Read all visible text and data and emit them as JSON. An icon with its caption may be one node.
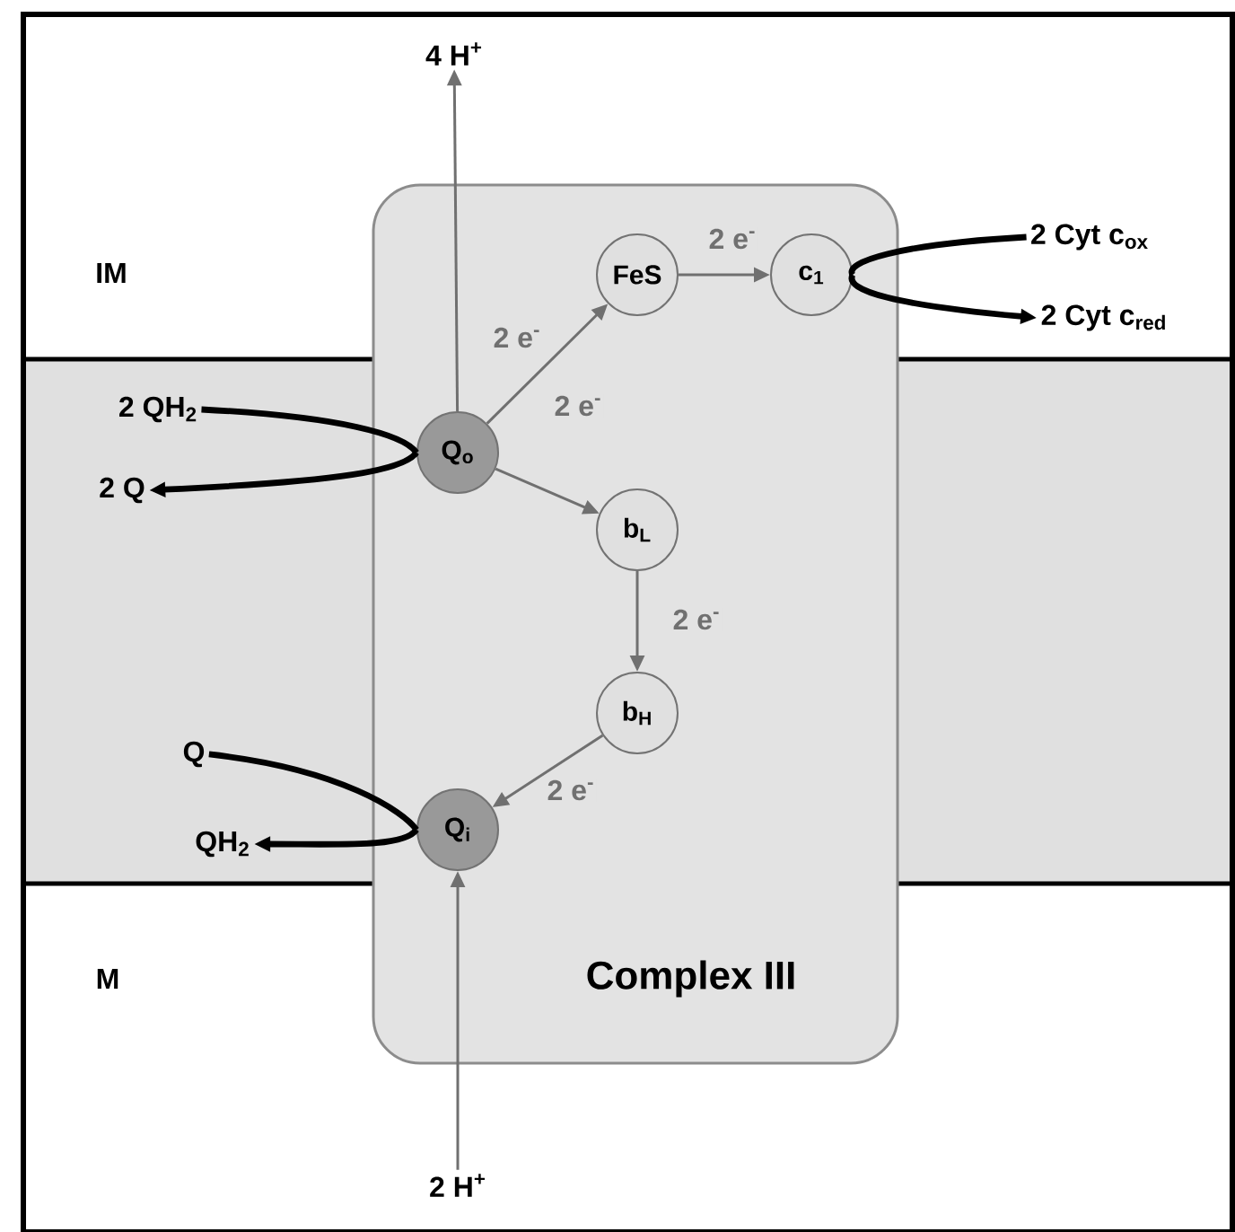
{
  "diagram": {
    "nodes": [
      {
        "text": [
          "Complex III"
        ]
      },
      {
        "text": [
          "Q$_{o}$"
        ],
        "in": 0
      },
      {
        "text": [
          "FeS"
        ],
        "in": 0
      },
      {
        "text": [
          "c$_{1}$"
        ],
        "in": 0
      },
      {
        "text": [
          "b$_{L}$"
        ],
        "in": 0
      },
      {
        "text": [
          "b$_{H}$"
        ],
        "in": 0
      },
      {
        "text": [
          "Q$_{i}$"
        ],
        "in": 0
      },
      {
        "text": [
          "4 H$^{+}$"
        ]
      },
      {
        "text": [
          "2 H$^{+}$"
        ]
      },
      {
        "text": [
          "2 QH$_{2}$"
        ]
      },
      {
        "text": [
          "2 Q"
        ]
      },
      {
        "text": [
          "2 Cyt c$_{ox}$"
        ]
      },
      {
        "text": [
          "2 Cyt c$_{red}$"
        ]
      },
      {
        "text": [
          "Q"
        ]
      },
      {
        "text": [
          "QH$_{2}$"
        ]
      }
    ],
    "edges": [
      {
        "from": 1,
        "to": 7,
        "arrow": "to"
      },
      {
        "from": 8,
        "to": 6,
        "arrow": "to"
      },
      {
        "from": 1,
        "to": 2,
        "arrow": "to",
        "label": "2 e$^{-}$"
      },
      {
        "from": 2,
        "to": 3,
        "arrow": "to",
        "label": "2 e$^{-}$"
      },
      {
        "from": 1,
        "to": 4,
        "arrow": "to",
        "label": "2 e$^{-}$"
      },
      {
        "from": 4,
        "to": 5,
        "arrow": "to",
        "label": "2 e$^{-}$"
      },
      {
        "from": 5,
        "to": 6,
        "arrow": "to",
        "label": "2 e$^{-}$"
      },
      {
        "from": 9,
        "to": 1,
        "arrow": "none",
        "style": "thick",
        "color": "#000000"
      },
      {
        "from": 1,
        "to": 10,
        "arrow": "to",
        "style": "thick",
        "color": "#000000"
      },
      {
        "from": 11,
        "to": 3,
        "arrow": "none",
        "style": "thick",
        "color": "#000000"
      },
      {
        "from": 3,
        "to": 12,
        "arrow": "to",
        "style": "thick",
        "color": "#000000"
      },
      {
        "from": 13,
        "to": 6,
        "arrow": "none",
        "style": "thick",
        "color": "#000000"
      },
      {
        "from": 6,
        "to": 14,
        "arrow": "to",
        "style": "thick",
        "color": "#000000"
      }
    ],
    "labels": [
      "IM",
      "M"
    ]
  }
}
